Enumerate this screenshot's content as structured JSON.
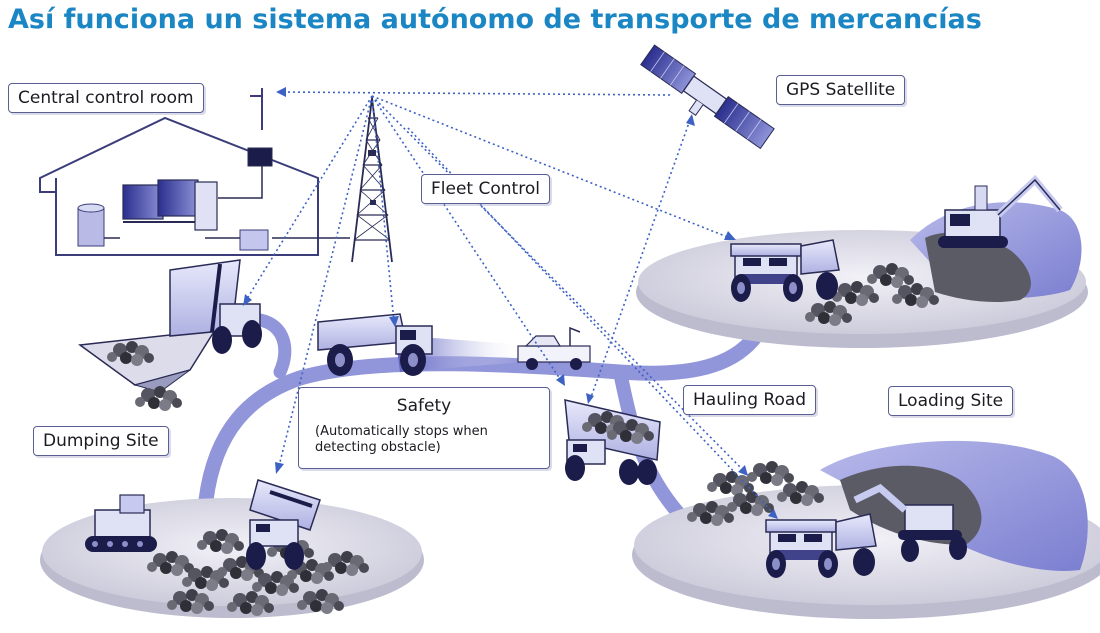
{
  "title": "Así funciona un sistema autónomo de transporte de mercancías",
  "labels": {
    "central_control_room": "Central control room",
    "gps_satellite": "GPS Satellite",
    "fleet_control": "Fleet Control",
    "safety_title": "Safety",
    "safety_note": "(Automatically stops when detecting obstacle)",
    "hauling_road": "Hauling Road",
    "loading_site": "Loading Site",
    "dumping_site": "Dumping Site"
  },
  "colors": {
    "title": "#1a86c4",
    "road": "#8f92d6",
    "platform": "#dcdbe6",
    "truck_body": "#d6d8f0",
    "truck_dark": "#1b1c4a",
    "signal": "#3d62c4",
    "rock": "#4a4a55"
  },
  "icons": [
    "building-icon",
    "computer-icon",
    "antenna-tower-icon",
    "satellite-icon",
    "dump-truck-icon",
    "excavator-icon",
    "pickup-truck-icon",
    "rock-pile-icon",
    "hopper-icon"
  ]
}
